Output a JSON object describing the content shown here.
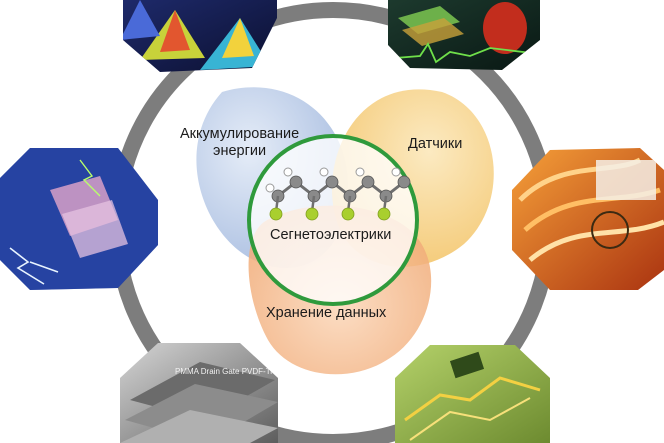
{
  "center": {
    "label": "Сегнетоэлектрики"
  },
  "petals": {
    "energy": {
      "line1": "Аккумулирование",
      "line2": "энергии"
    },
    "sensors": {
      "label": "Датчики"
    },
    "storage": {
      "label": "Хранение данных"
    }
  },
  "thumbnails": {
    "top_left": {
      "text": ""
    },
    "top_right": {
      "text": ""
    },
    "middle_left": {
      "text": ""
    },
    "middle_right": {
      "text": ""
    },
    "bottom_left": {
      "text": "PMMA Drain Gate PVDF-TrFE PTAA PVP urce"
    },
    "bottom_right": {
      "text": ""
    }
  },
  "colors": {
    "ring": "#7d7d7d",
    "petal_blue": "#b9c9e6",
    "petal_yellow": "#f6cf82",
    "petal_orange": "#f3b27f",
    "center_ring": "#2f9a3c",
    "molecule_carbon": "#8a8a8a",
    "molecule_fluorine": "#a9cf2e"
  }
}
